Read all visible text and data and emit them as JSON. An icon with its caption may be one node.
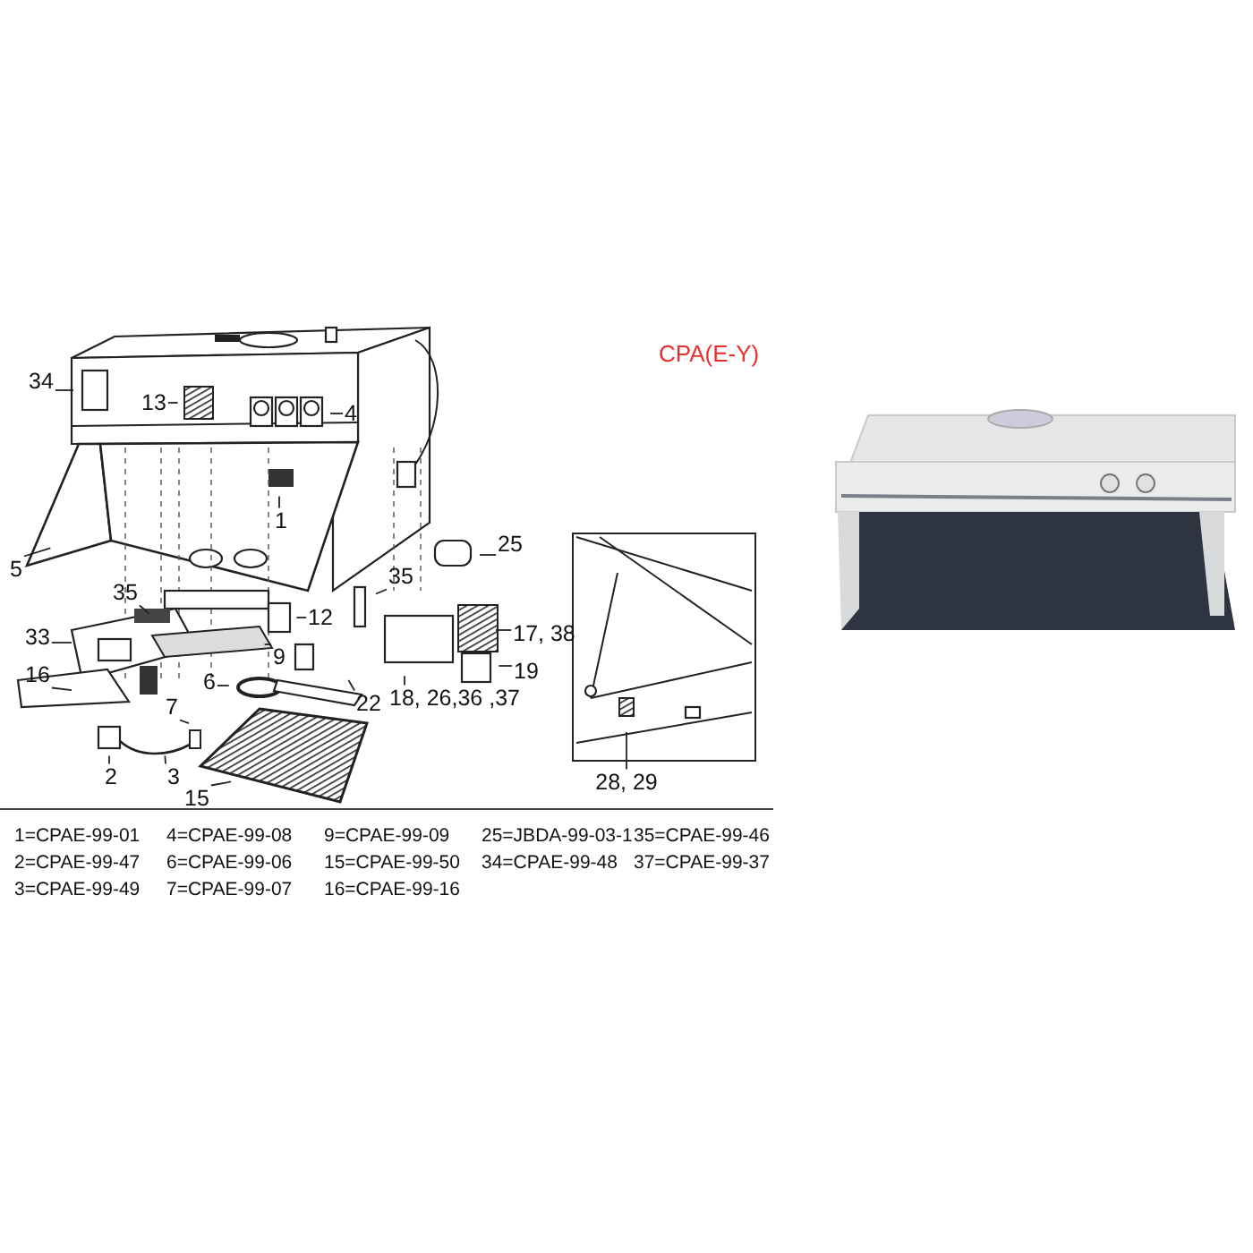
{
  "diagram": {
    "nodes": [
      {
        "text": [
          "34"
        ]
      },
      {
        "text": [
          "13"
        ]
      },
      {
        "text": [
          "4"
        ]
      },
      {
        "text": [
          "1"
        ]
      },
      {
        "text": [
          "25"
        ]
      },
      {
        "text": [
          "5"
        ]
      },
      {
        "text": [
          "35"
        ]
      },
      {
        "text": [
          "35"
        ]
      },
      {
        "text": [
          "12"
        ]
      },
      {
        "text": [
          "17, 38"
        ]
      },
      {
        "text": [
          "33"
        ]
      },
      {
        "text": [
          "9"
        ]
      },
      {
        "text": [
          "16"
        ]
      },
      {
        "text": [
          "19"
        ]
      },
      {
        "text": [
          "6"
        ]
      },
      {
        "text": [
          "18, 26,36 ,37"
        ]
      },
      {
        "text": [
          "22"
        ]
      },
      {
        "text": [
          "7"
        ]
      },
      {
        "text": [
          "2"
        ]
      },
      {
        "text": [
          "3"
        ]
      },
      {
        "text": [
          "28, 29"
        ]
      },
      {
        "text": [
          "15"
        ]
      }
    ],
    "edges": [
      {
        "from": 0,
        "to": null,
        "arrow": "none"
      },
      {
        "from": 1,
        "to": null,
        "arrow": "none"
      },
      {
        "from": 2,
        "to": null,
        "arrow": "none"
      },
      {
        "from": 3,
        "to": null,
        "arrow": "none"
      },
      {
        "from": 4,
        "to": null,
        "arrow": "none"
      },
      {
        "from": 5,
        "to": null,
        "arrow": "none"
      },
      {
        "from": 6,
        "to": null,
        "arrow": "none"
      },
      {
        "from": 7,
        "to": null,
        "arrow": "none"
      },
      {
        "from": 8,
        "to": null,
        "arrow": "none"
      },
      {
        "from": 9,
        "to": null,
        "arrow": "none"
      },
      {
        "from": 10,
        "to": null,
        "arrow": "none"
      },
      {
        "from": 11,
        "to": null,
        "arrow": "none"
      },
      {
        "from": 12,
        "to": null,
        "arrow": "none"
      },
      {
        "from": 13,
        "to": null,
        "arrow": "none"
      },
      {
        "from": 14,
        "to": null,
        "arrow": "none"
      },
      {
        "from": 15,
        "to": null,
        "arrow": "none"
      },
      {
        "from": 16,
        "to": null,
        "arrow": "none"
      },
      {
        "from": 17,
        "to": null,
        "arrow": "none"
      },
      {
        "from": 18,
        "to": null,
        "arrow": "none"
      },
      {
        "from": 19,
        "to": null,
        "arrow": "none"
      },
      {
        "from": 20,
        "to": null,
        "arrow": "none"
      },
      {
        "from": 21,
        "to": null,
        "arrow": "none"
      }
    ],
    "labels": [
      "CPA(E-Y)",
      "1=CPAE-99-01",
      "4=CPAE-99-08",
      "9=CPAE-99-09",
      "25=JBDA-99-03-1",
      "35=CPAE-99-46",
      "2=CPAE-99-47",
      "6=CPAE-99-06",
      "15=CPAE-99-50",
      "34=CPAE-99-48",
      "37=CPAE-99-37",
      "3=CPAE-99-49",
      "7=CPAE-99-07",
      "16=CPAE-99-16"
    ]
  }
}
